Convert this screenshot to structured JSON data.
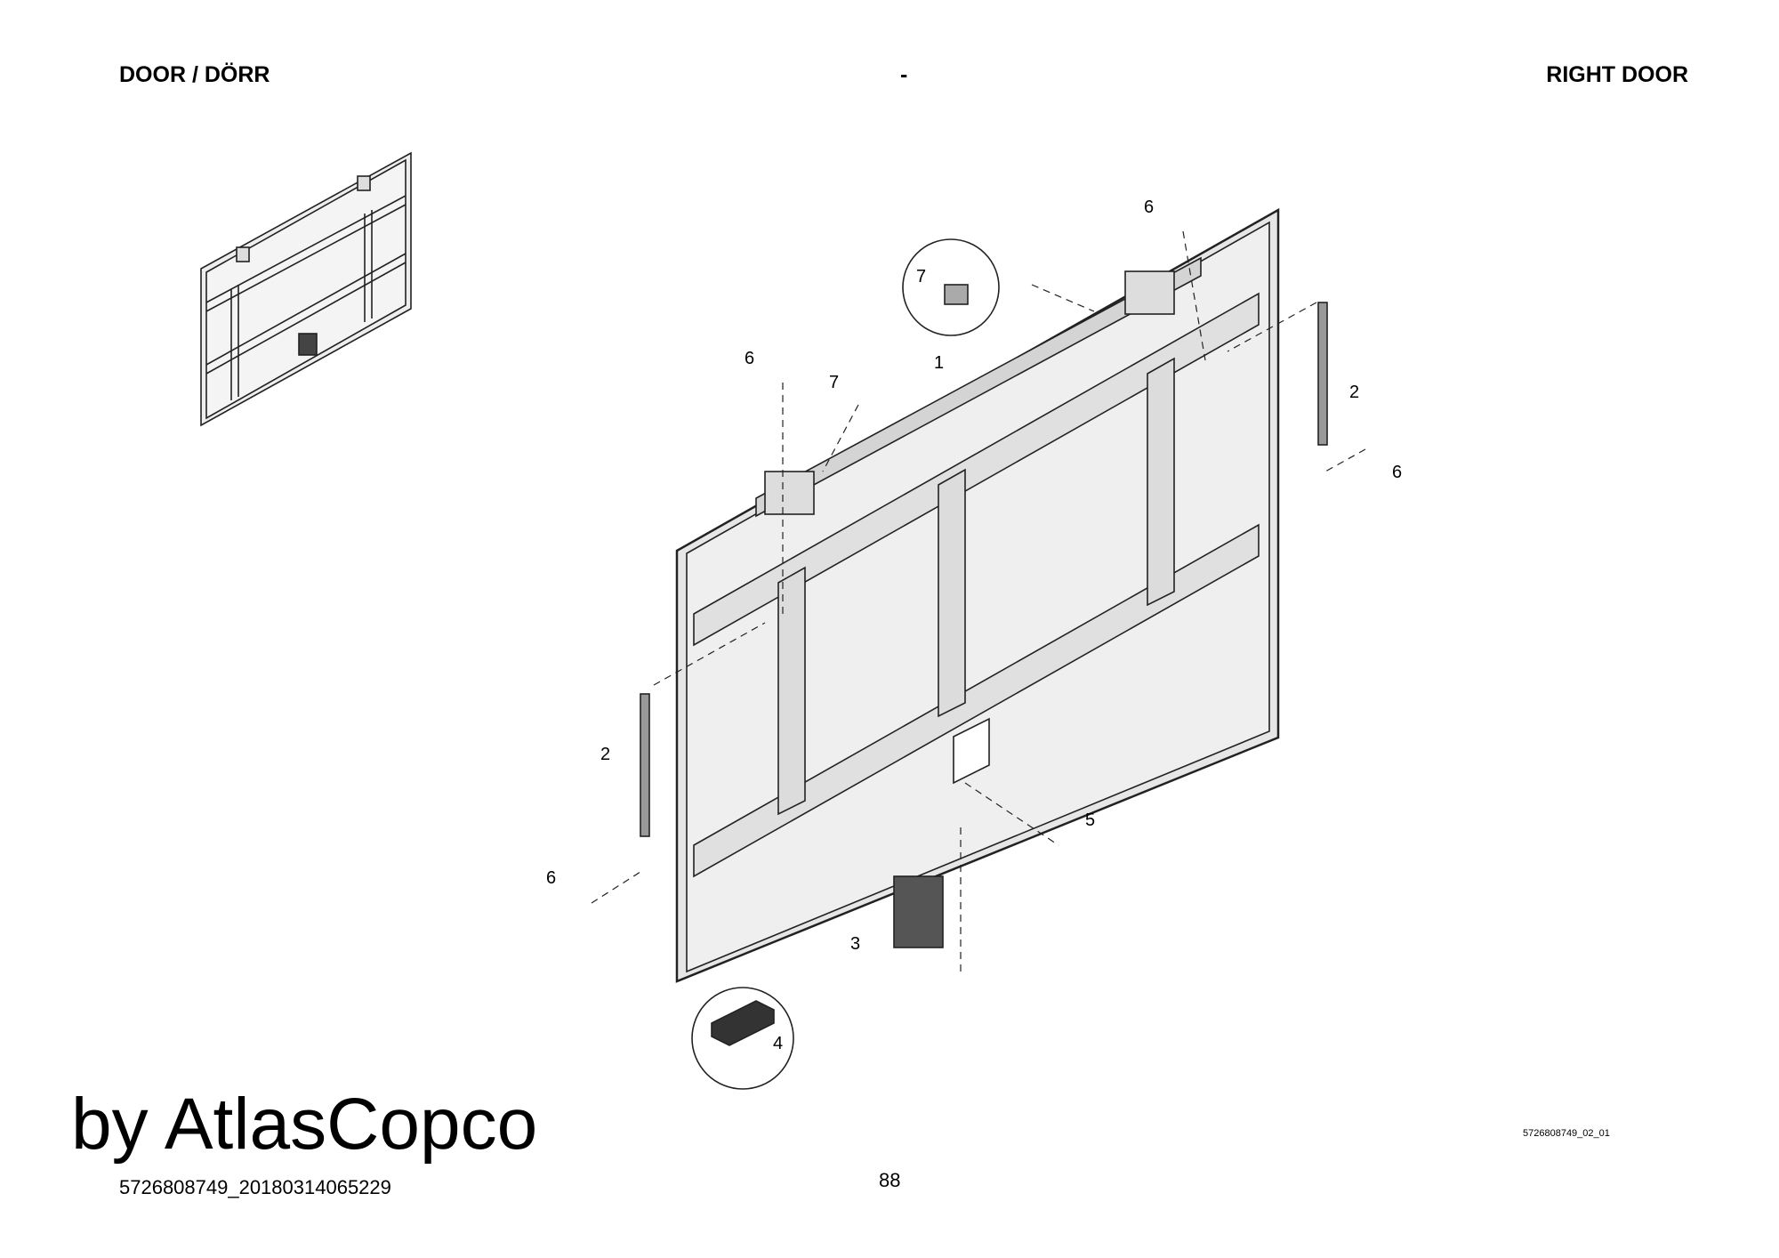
{
  "header": {
    "left": "DOOR / DÖRR",
    "center": "-",
    "right": "RIGHT DOOR"
  },
  "callouts": {
    "c1": "1",
    "c2a": "2",
    "c2b": "2",
    "c3": "3",
    "c4": "4",
    "c5": "5",
    "c6a": "6",
    "c6b": "6",
    "c6c": "6",
    "c6d": "6",
    "c7a": "7",
    "c7b": "7"
  },
  "footer": {
    "drawing_ref": "5726808749_02_01",
    "doc_id": "5726808749_20180314065229",
    "page_number": "88",
    "watermark": "by AtlasCopco"
  }
}
